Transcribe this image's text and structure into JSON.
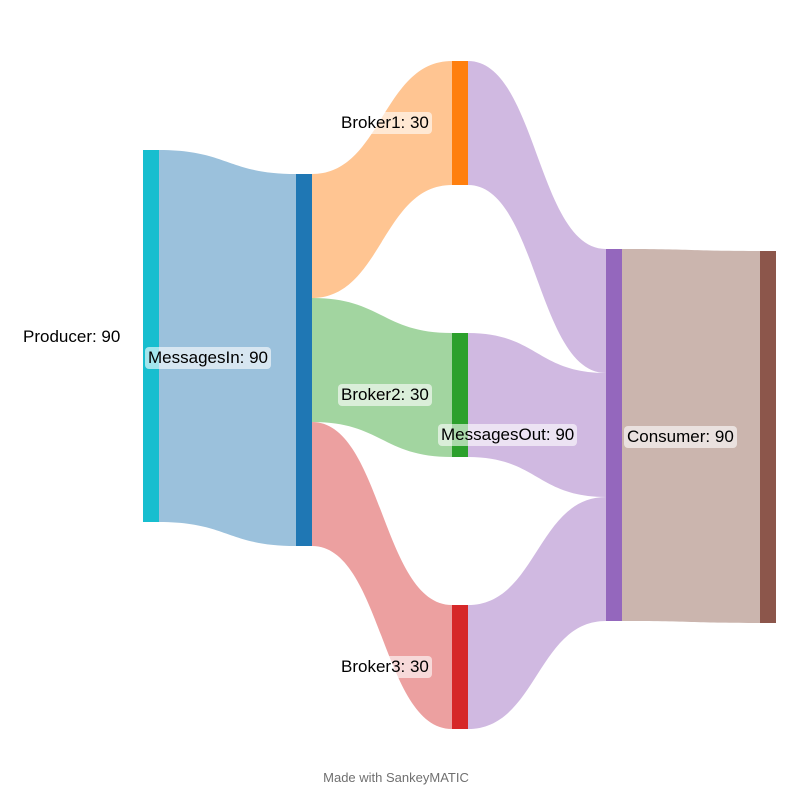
{
  "nodes": [
    {
      "id": "producer",
      "label": "Producer: 90",
      "name": "Producer",
      "value": 90,
      "color": "#17becf"
    },
    {
      "id": "messagesin",
      "label": "MessagesIn: 90",
      "name": "MessagesIn",
      "value": 90,
      "color": "#1f77b4"
    },
    {
      "id": "broker1",
      "label": "Broker1: 30",
      "name": "Broker1",
      "value": 30,
      "color": "#ff7f0e"
    },
    {
      "id": "broker2",
      "label": "Broker2: 30",
      "name": "Broker2",
      "value": 30,
      "color": "#2ca02c"
    },
    {
      "id": "broker3",
      "label": "Broker3: 30",
      "name": "Broker3",
      "value": 30,
      "color": "#d62728"
    },
    {
      "id": "messagesout",
      "label": "MessagesOut: 90",
      "name": "MessagesOut",
      "value": 90,
      "color": "#9467bd"
    },
    {
      "id": "consumer",
      "label": "Consumer: 90",
      "name": "Consumer",
      "value": 90,
      "color": "#8c564b"
    }
  ],
  "flows": [
    {
      "source": "producer",
      "target": "messagesin",
      "value": 90,
      "color": "#9bc1dc"
    },
    {
      "source": "messagesin",
      "target": "broker1",
      "value": 30,
      "color": "#ffc592"
    },
    {
      "source": "messagesin",
      "target": "broker2",
      "value": 30,
      "color": "#a2d5a0"
    },
    {
      "source": "messagesin",
      "target": "broker3",
      "value": 30,
      "color": "#eca0a0"
    },
    {
      "source": "broker1",
      "target": "messagesout",
      "value": 30,
      "color": "#d0b9e1"
    },
    {
      "source": "broker2",
      "target": "messagesout",
      "value": 30,
      "color": "#d0b9e1"
    },
    {
      "source": "broker3",
      "target": "messagesout",
      "value": 30,
      "color": "#d0b9e1"
    },
    {
      "source": "messagesout",
      "target": "consumer",
      "value": 90,
      "color": "#cbb5ae"
    }
  ],
  "footer": "Made with SankeyMATIC"
}
